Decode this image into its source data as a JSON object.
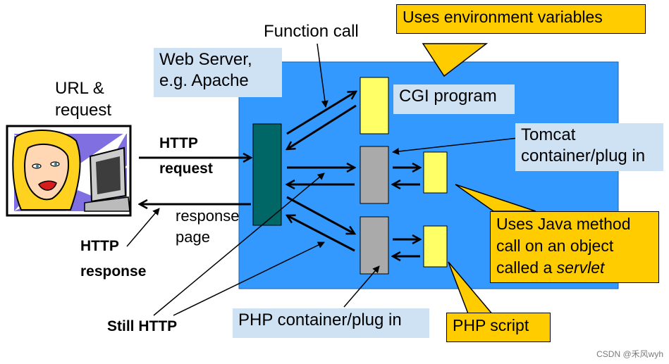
{
  "labels": {
    "function_call": "Function call",
    "web_server_line1": "Web Server,",
    "web_server_line2": "e.g. Apache",
    "url_request_line1": "URL &",
    "url_request_line2": "request",
    "http_request_line1": "HTTP",
    "http_request_line2": "request",
    "response_page_line1": "response",
    "response_page_line2": "page",
    "http_response_line1": "HTTP",
    "http_response_line2": "response",
    "still_http": "Still HTTP",
    "cgi_program": "CGI program",
    "tomcat_line1": "Tomcat",
    "tomcat_line2": "container/plug in",
    "php_container": "PHP container/plug in"
  },
  "callouts": {
    "env_vars": "Uses environment variables",
    "servlet_line1": "Uses Java method",
    "servlet_line2": "call on an object",
    "servlet_line3_prefix": "called a ",
    "servlet_line3_em": "servlet",
    "php_script": "PHP script"
  },
  "watermark": "CSDN @禾风wyh",
  "colors": {
    "server_bg": "#3399ff",
    "server_bar": "#006666",
    "cgi_box": "#ffff66",
    "container_box": "#aaaaaa",
    "callout": "#ffcc00",
    "tag_bg": "#cfe2f3"
  },
  "icons": {
    "user": "woman-at-computer-icon"
  }
}
